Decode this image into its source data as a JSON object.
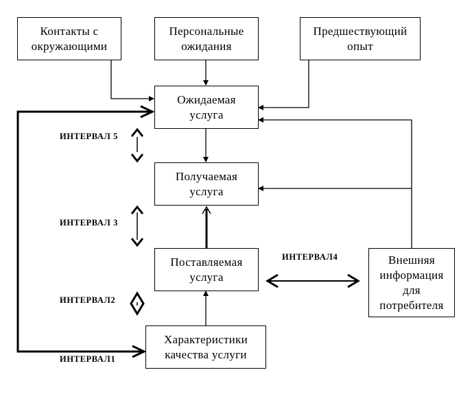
{
  "diagram": {
    "boxes": {
      "contacts": "Контакты с\nокружающими",
      "personal": "Персональные\nожидания",
      "prior": "Предшествующий\nопыт",
      "expected": "Ожидаемая\nуслуга",
      "perceived": "Получаемая\nуслуга",
      "delivered": "Поставляемая\nуслуга",
      "specs": "Характеристики\nкачества услуги",
      "external": "Внешняя\nинформация\nдля\nпотребителя"
    },
    "intervals": {
      "i1": "ИНТЕРВАЛ1",
      "i2": "ИНТЕРВАЛ2",
      "i3": "ИНТЕРВАЛ 3",
      "i4": "ИНТЕРВАЛ4",
      "i5": "ИНТЕРВАЛ 5"
    }
  }
}
